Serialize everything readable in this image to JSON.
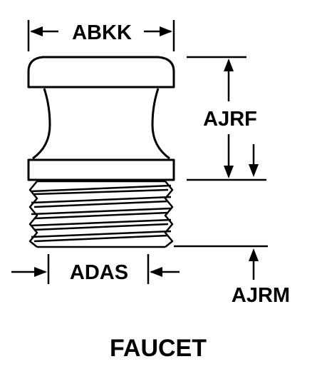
{
  "title": "FAUCET",
  "dimensions": {
    "top_width": "ABKK",
    "body_height": "AJRF",
    "thread_diameter": "ADAS",
    "thread_length": "AJRM"
  }
}
